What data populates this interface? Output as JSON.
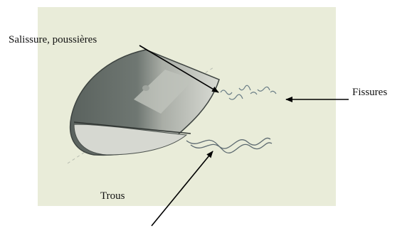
{
  "labels": {
    "dirt_dust": "Salissure, poussières",
    "cracks": "Fissures",
    "holes": "Trous"
  },
  "colors": {
    "photo_background": "#e9ecd9",
    "arrow": "#000000",
    "lens_dark": "#5c6460",
    "lens_light": "#c9cbc4"
  }
}
